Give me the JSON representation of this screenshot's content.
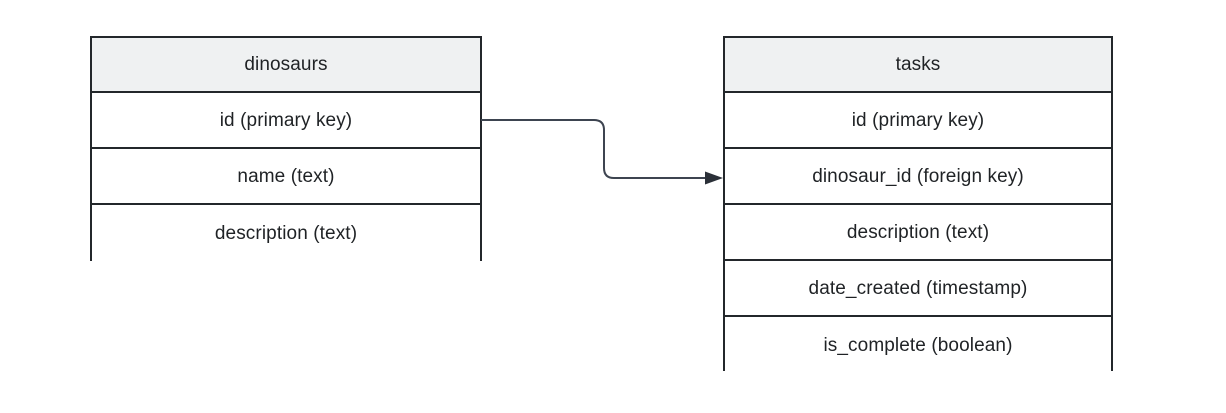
{
  "diagram": {
    "type": "entity-relationship-diagram",
    "background_color": "#ffffff",
    "border_color": "#23272b",
    "header_fill": "#eff1f2",
    "text_color": "#1f2225",
    "relationship_color": "#3d4450"
  },
  "tables": [
    {
      "name": "dinosaurs",
      "title": "dinosaurs",
      "fields": [
        {
          "label": "id (primary key)"
        },
        {
          "label": "name (text)"
        },
        {
          "label": "description (text)"
        }
      ]
    },
    {
      "name": "tasks",
      "title": "tasks",
      "fields": [
        {
          "label": "id (primary key)"
        },
        {
          "label": "dinosaur_id (foreign key)"
        },
        {
          "label": "description (text)"
        },
        {
          "label": "date_created (timestamp)"
        },
        {
          "label": "is_complete (boolean)"
        }
      ]
    }
  ],
  "relationships": [
    {
      "name": "dinosaurs-id-to-tasks-dinosaur-id",
      "from_table": "dinosaurs",
      "from_field": "id (primary key)",
      "to_table": "tasks",
      "to_field": "dinosaur_id (foreign key)",
      "arrow": "single-ended"
    }
  ]
}
